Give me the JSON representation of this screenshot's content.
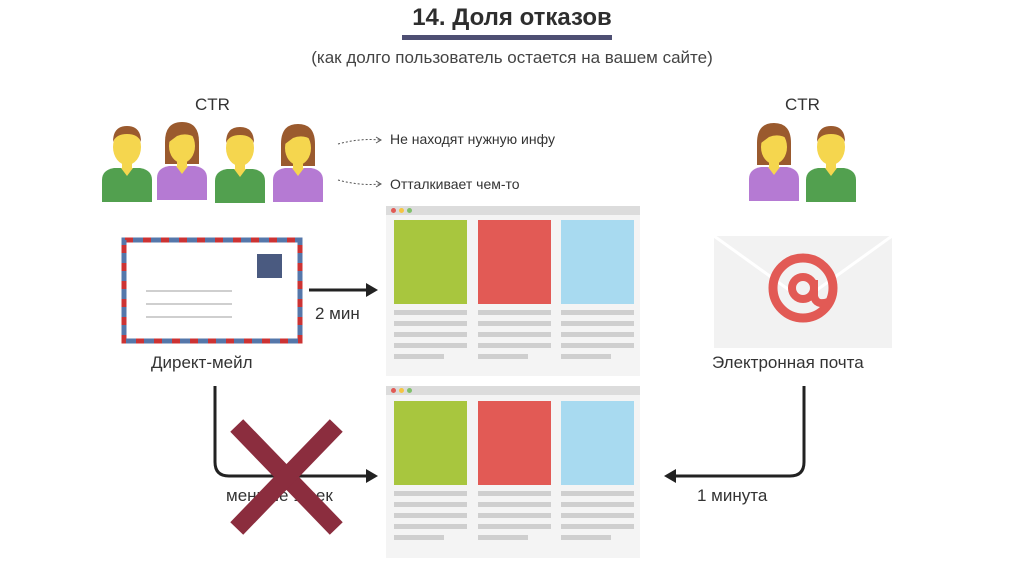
{
  "title": "14. Доля отказов",
  "subtitle": "(как долго пользователь остается на вашем сайте)",
  "left_group": {
    "ctr_label": "CTR",
    "notes": [
      "Не находят нужную инфу",
      "Отталкивает чем-то"
    ]
  },
  "right_group": {
    "ctr_label": "CTR"
  },
  "direct_mail": {
    "label": "Директ-мейл",
    "time_to_site": "2 мин",
    "time_back": "меньше 1 сек"
  },
  "email": {
    "label": "Электронная почта",
    "time_back": "1 минута"
  },
  "colors": {
    "accent_underline": "#4e4f73",
    "person_skin": "#f5d64e",
    "male_shirt": "#52a04f",
    "female_shirt": "#b57ad3",
    "hair": "#9a5a2e",
    "panel_green": "#a8c63e",
    "panel_red": "#e25a55",
    "panel_blue": "#a8daf0",
    "cross": "#8b2d3e",
    "envelope_stamp": "#4a5a80",
    "email_at": "#e25a55"
  },
  "icons": {
    "male": "male-person-icon",
    "female": "female-person-icon",
    "envelope": "envelope-icon",
    "email": "email-at-icon",
    "cross": "cross-icon"
  }
}
